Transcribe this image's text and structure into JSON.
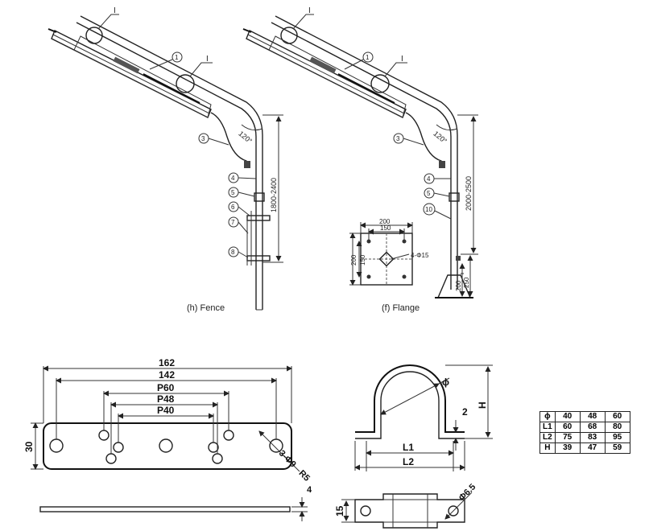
{
  "captions": {
    "fence": "(h) Fence",
    "flange": "(f) Flange"
  },
  "fence_parts": {
    "label_I_top": "I",
    "label_I_mid": "I",
    "callouts": [
      "1",
      "3",
      "4",
      "5",
      "6",
      "7",
      "8"
    ],
    "angle": "120°",
    "height_dim": "1800-2400"
  },
  "flange_parts": {
    "label_I_top": "I",
    "label_I_mid": "I",
    "callouts": [
      "1",
      "3",
      "4",
      "5",
      "10"
    ],
    "angle": "120°",
    "height_dim": "2000-2500",
    "dim_200": "200",
    "dim_250": "250",
    "plate": {
      "w_outer": "200",
      "w_inner": "150",
      "h_outer": "200",
      "h_inner": "150",
      "holes": "4-Φ15"
    }
  },
  "bar": {
    "length": "162",
    "span": "142",
    "p60": "P60",
    "p48": "P48",
    "p40": "P40",
    "height": "30",
    "holes": "3-Φ9",
    "radius": "R5",
    "thickness": "4"
  },
  "clamp": {
    "phi": "ϕ",
    "h": "H",
    "t": "2",
    "l1": "L1",
    "l2": "L2",
    "width": "15",
    "hole": "Φ6.5"
  },
  "table": {
    "rows": [
      [
        "ϕ",
        "40",
        "48",
        "60"
      ],
      [
        "L1",
        "60",
        "68",
        "80"
      ],
      [
        "L2",
        "75",
        "83",
        "95"
      ],
      [
        "H",
        "39",
        "47",
        "59"
      ]
    ]
  }
}
